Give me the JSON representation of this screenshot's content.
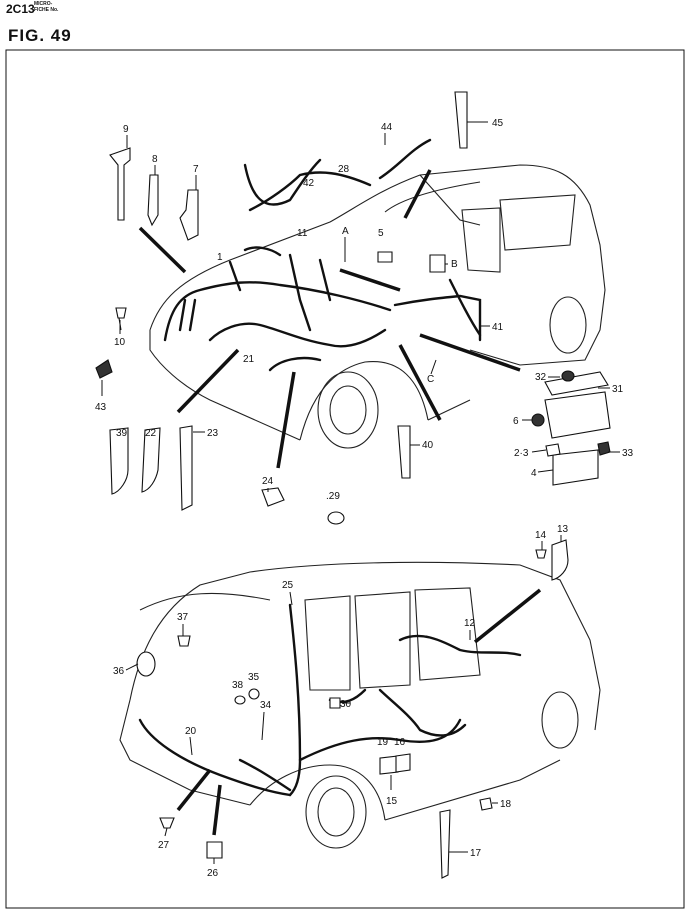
{
  "header": {
    "code": "2C13",
    "micro_line1": "MICRO-",
    "micro_line2": "FICHE No.",
    "figure": "FIG.  49"
  },
  "callouts": [
    "1",
    "2·3",
    "4",
    "5",
    "6",
    "7",
    "8",
    "9",
    "10",
    "11",
    "12",
    "13",
    "14",
    "15",
    "16",
    "17",
    "18",
    "19",
    "20",
    "21",
    "22",
    "23",
    "24",
    "25",
    "26",
    "27",
    "28",
    ".29",
    "30",
    "31",
    "32",
    "33",
    "34",
    "35",
    "36",
    "37",
    "38",
    "39",
    "40",
    "41",
    "42",
    "43",
    "44",
    "45",
    "A",
    "B",
    "C"
  ]
}
